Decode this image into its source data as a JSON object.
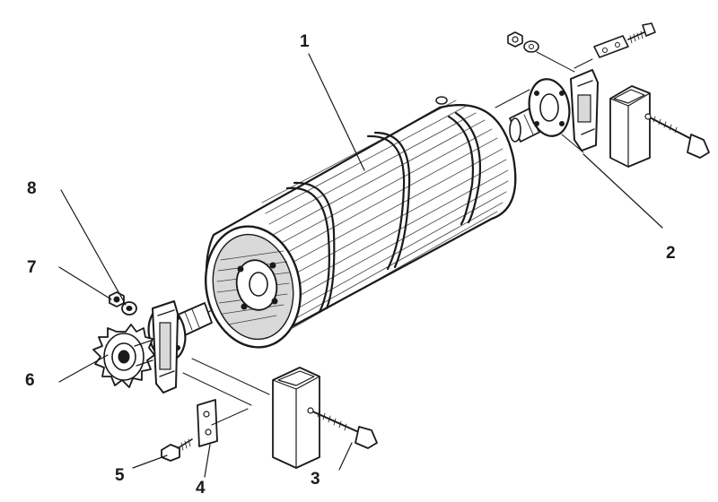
{
  "diagram": {
    "labels": {
      "l1": "1",
      "l2": "2",
      "l3": "3",
      "l4": "4",
      "l5": "5",
      "l6": "6",
      "l7": "7",
      "l8": "8"
    },
    "colors": {
      "ink": "#1a1a1a",
      "paper": "#ffffff",
      "shade": "#d9d9d9"
    }
  }
}
